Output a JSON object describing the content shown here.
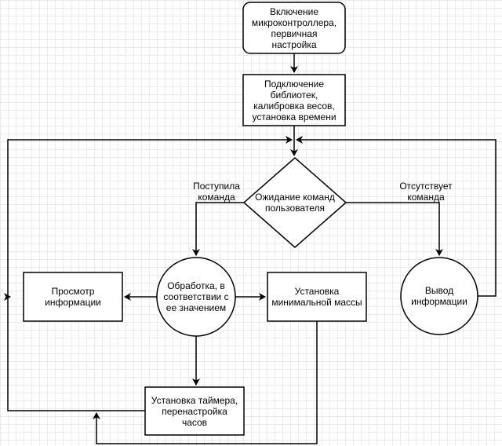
{
  "nodes": {
    "start": "Включение\nмикроконтроллера,\nпервичная\nнастройка",
    "init": "Подключение\nбиблиотек,\nкалибровка весов,\nустановка времени",
    "wait": "Ожидание команд\nпользователя",
    "process": "Обработка, в\nсоответствии с\nее значением",
    "view": "Просмотр\nинформации",
    "min_mass": "Установка\nминимальной массы",
    "timer": "Установка таймера,\nперенастройка\nчасов",
    "output": "Вывод\nинформации"
  },
  "edge_labels": {
    "received": "Поступила\nкоманда",
    "absent": "Отсутствует\nкоманда"
  },
  "colors": {
    "stroke": "#000000",
    "fill": "#ffffff",
    "grid": "#ebebeb"
  }
}
